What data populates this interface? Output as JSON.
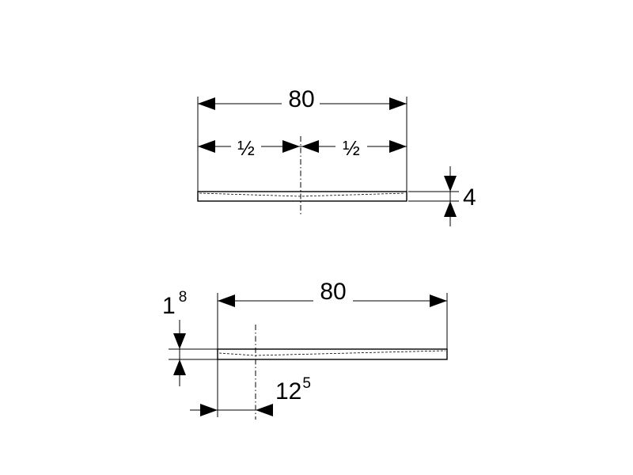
{
  "top_view": {
    "total_width_label": "80",
    "left_half_label": "½",
    "right_half_label": "½",
    "thickness_label": "4"
  },
  "side_view": {
    "length_label": "80",
    "height_main": "1",
    "height_sup": "8",
    "offset_main": "12",
    "offset_sup": "5"
  }
}
